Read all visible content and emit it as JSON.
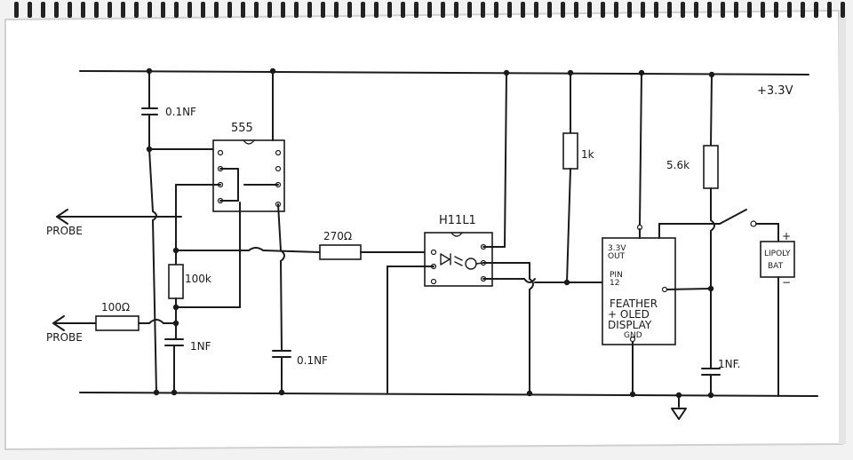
{
  "labels": {
    "rail_voltage": "+3.3V",
    "cap_top": "0.1NF",
    "ic_555": "555",
    "probe_1": "PROBE",
    "probe_2": "PROBE",
    "res_100k": "100k",
    "res_100": "100Ω",
    "cap_1nf_left": "1NF",
    "cap_01nf_mid": "0.1NF",
    "res_270": "270Ω",
    "opto": "H11L1",
    "res_1k": "1k",
    "res_56k": "5.6k",
    "feather_3v_out": "3.3V\nOUT",
    "feather_pin": "PIN\n12",
    "feather_name_1": "FEATHER",
    "feather_name_2": "+ OLED",
    "feather_name_3": "DISPLAY",
    "feather_gnd": "GND",
    "battery_1": "LIPOLY",
    "battery_2": "BAT",
    "bat_plus": "+",
    "bat_minus": "−",
    "cap_1nf_right": "1NF."
  }
}
